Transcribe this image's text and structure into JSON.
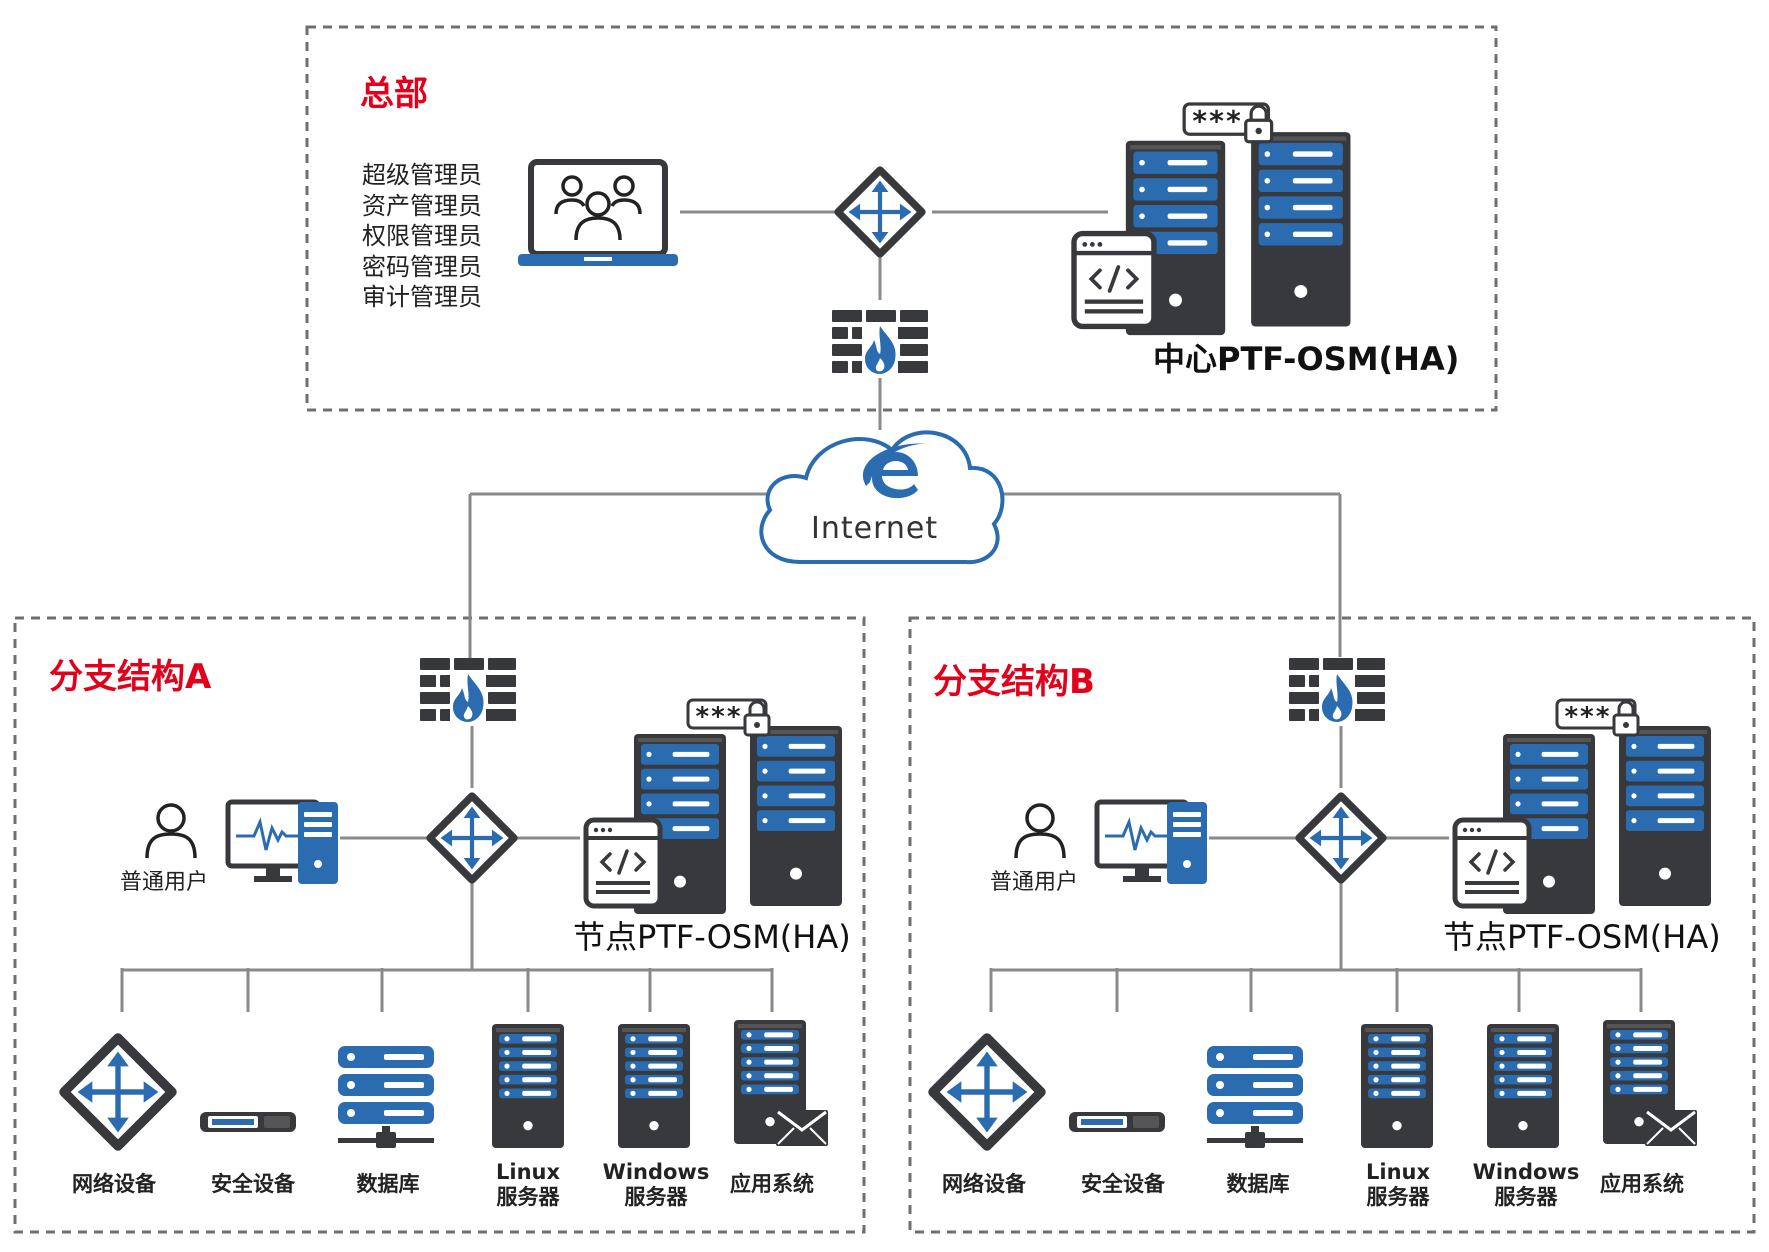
{
  "colors": {
    "blue": "#2b6cb0",
    "dark": "#37393c",
    "red": "#e3001b",
    "line": "#8a8a8a",
    "border": "#6f6f6f"
  },
  "headquarters": {
    "title": "总部",
    "roles": [
      "超级管理员",
      "资产管理员",
      "权限管理员",
      "密码管理员",
      "审计管理员"
    ],
    "server_label": "中心PTF-OSM(HA)",
    "password_badge": "***"
  },
  "internet": {
    "label": "Internet"
  },
  "branches": [
    {
      "id": "a",
      "title": "分支结构A",
      "user_label": "普通用户",
      "node_label": "节点PTF-OSM(HA)",
      "password_badge": "***",
      "devices": [
        {
          "type": "network",
          "lines": [
            "网络设备"
          ]
        },
        {
          "type": "security",
          "lines": [
            "安全设备"
          ]
        },
        {
          "type": "database",
          "lines": [
            "数据库"
          ]
        },
        {
          "type": "linux",
          "lines": [
            "Linux",
            "服务器"
          ]
        },
        {
          "type": "windows",
          "lines": [
            "Windows",
            "服务器"
          ]
        },
        {
          "type": "app",
          "lines": [
            "应用系统"
          ]
        }
      ]
    },
    {
      "id": "b",
      "title": "分支结构B",
      "user_label": "普通用户",
      "node_label": "节点PTF-OSM(HA)",
      "password_badge": "***",
      "devices": [
        {
          "type": "network",
          "lines": [
            "网络设备"
          ]
        },
        {
          "type": "security",
          "lines": [
            "安全设备"
          ]
        },
        {
          "type": "database",
          "lines": [
            "数据库"
          ]
        },
        {
          "type": "linux",
          "lines": [
            "Linux",
            "服务器"
          ]
        },
        {
          "type": "windows",
          "lines": [
            "Windows",
            "服务器"
          ]
        },
        {
          "type": "app",
          "lines": [
            "应用系统"
          ]
        }
      ]
    }
  ]
}
